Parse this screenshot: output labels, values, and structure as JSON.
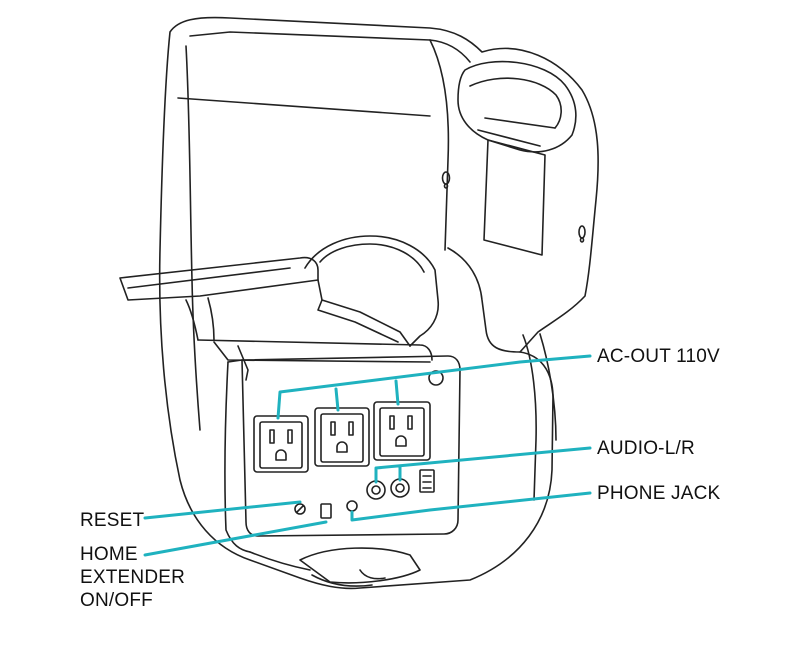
{
  "labels": {
    "ac_out": "AC-OUT 110V",
    "audio": "AUDIO-L/R",
    "phone_jack": "PHONE JACK",
    "reset": "RESET",
    "home_extender": [
      "HOME",
      "EXTENDER",
      "ON/OFF"
    ]
  },
  "colors": {
    "callout_line": "#1fb2bf",
    "outline": "#222222",
    "label_text": "#111111"
  }
}
